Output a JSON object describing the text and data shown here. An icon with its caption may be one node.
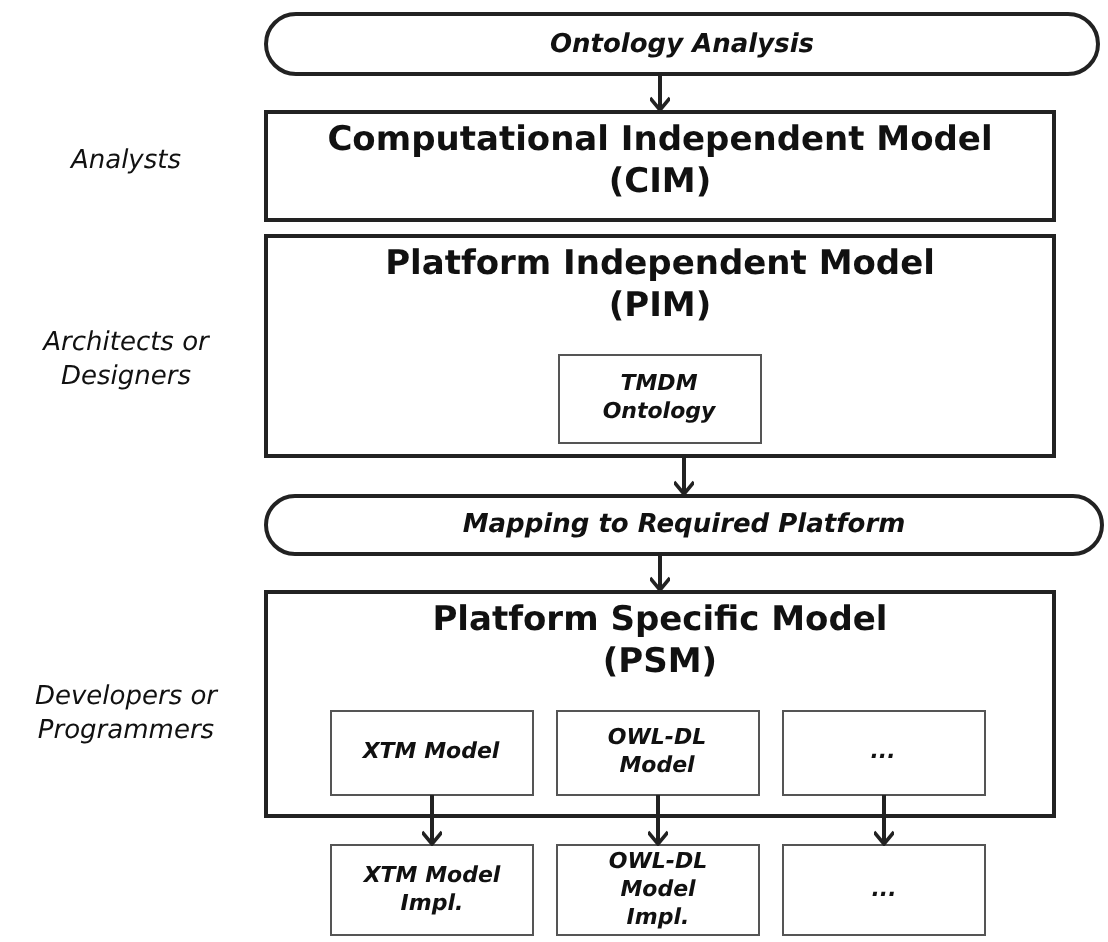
{
  "diagram": {
    "nodes": [
      {
        "text": [
          "Ontology Analysis"
        ]
      },
      {
        "text": [
          "Computational Independent Model (CIM)"
        ],
        "beside": [
          "Analysts"
        ]
      },
      {
        "text": [
          "Platform Independent Model (PIM)"
        ],
        "beside": [
          "Architects or Designers"
        ]
      },
      {
        "text": [
          "TMDM Ontology"
        ],
        "in": 2
      },
      {
        "text": [
          "Mapping to Required Platform"
        ]
      },
      {
        "text": [
          "Platform Specific Model (PSM)"
        ],
        "beside": [
          "Developers or Programmers"
        ]
      },
      {
        "text": [
          "XTM Model"
        ],
        "in": 5
      },
      {
        "text": [
          "OWL-DL Model"
        ],
        "in": 5
      },
      {
        "text": [
          "..."
        ],
        "in": 5
      },
      {
        "text": [
          "XTM Model Impl."
        ]
      },
      {
        "text": [
          "OWL-DL Model Impl."
        ]
      },
      {
        "text": [
          "..."
        ]
      }
    ],
    "edges": [
      {
        "from": 0,
        "to": 1,
        "arrow": "to"
      },
      {
        "from": 2,
        "to": 4,
        "arrow": "to"
      },
      {
        "from": 4,
        "to": 5,
        "arrow": "to"
      },
      {
        "from": 6,
        "to": 9,
        "arrow": "to"
      },
      {
        "from": 7,
        "to": 10,
        "arrow": "to"
      },
      {
        "from": 8,
        "to": 11,
        "arrow": "to"
      }
    ]
  }
}
